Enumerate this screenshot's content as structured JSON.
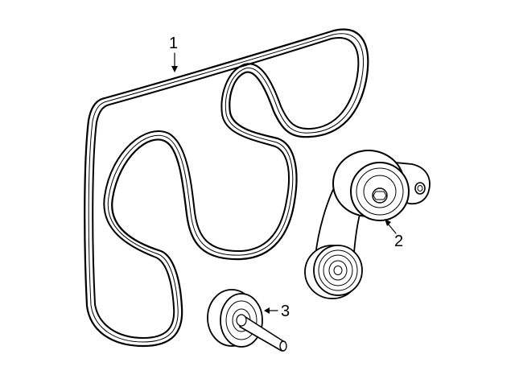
{
  "diagram": {
    "callouts": [
      {
        "id": "belt",
        "label": "1",
        "part": "serpentine-belt"
      },
      {
        "id": "tensioner",
        "label": "2",
        "part": "belt-tensioner"
      },
      {
        "id": "idler",
        "label": "3",
        "part": "idler-pulley"
      }
    ],
    "colors": {
      "line": "#000000",
      "background": "#ffffff"
    }
  }
}
